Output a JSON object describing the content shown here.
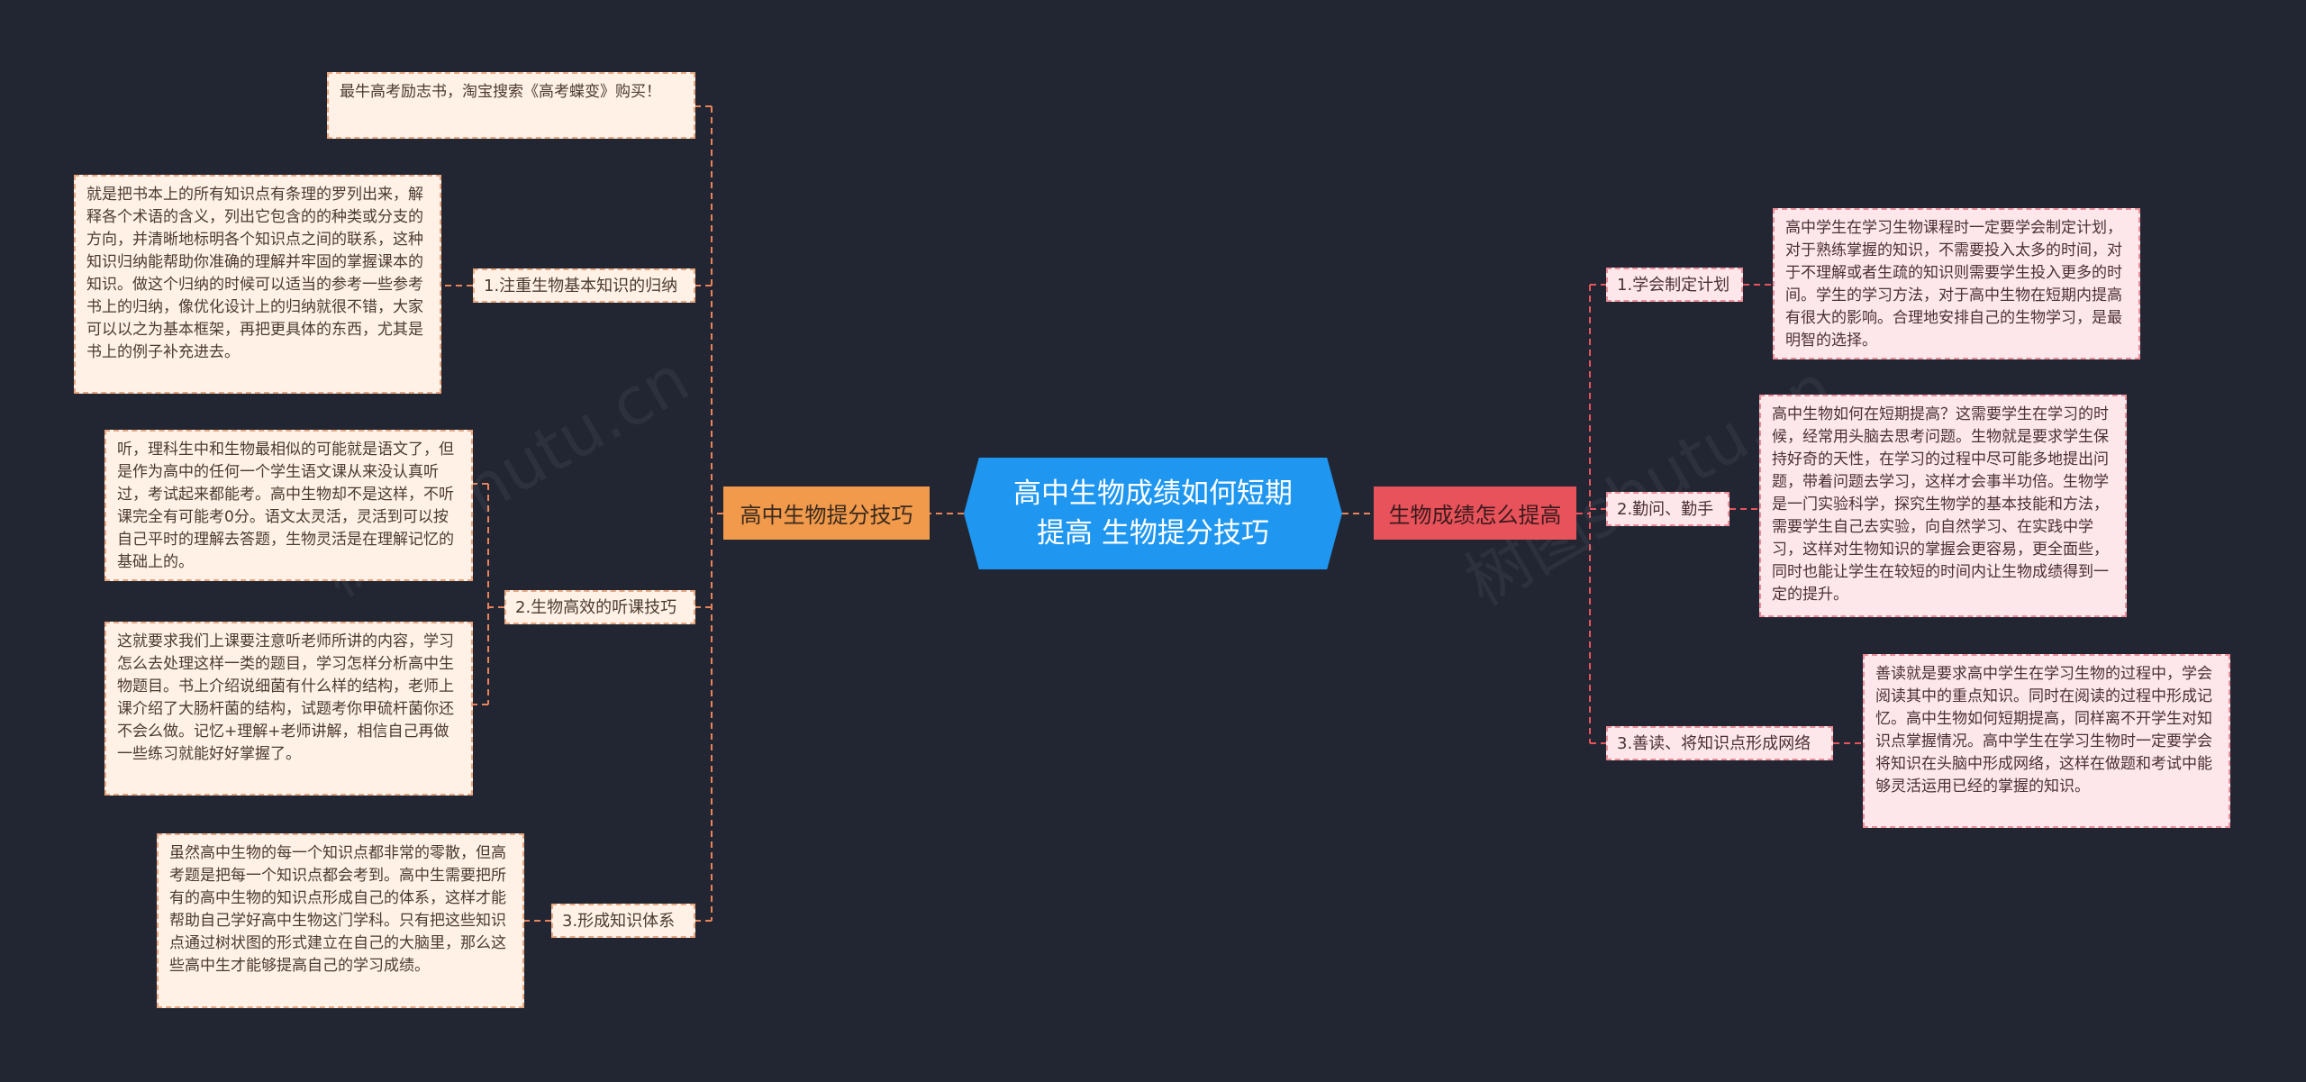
{
  "colors": {
    "background": "#222633",
    "center": "#1f97f0",
    "left_branch": "#f19a4b",
    "right_branch": "#e8535b",
    "leaf_fill": "#fff1e6",
    "leaf_fill_right": "#fde7ea"
  },
  "watermark": "树图shutu.cn",
  "center": {
    "title": "高中生物成绩如何短期提高 生物提分技巧"
  },
  "left": {
    "title": "高中生物提分技巧",
    "note": "最牛高考励志书，淘宝搜索《高考蝶变》购买！",
    "items": [
      {
        "label": "1.注重生物基本知识的归纳",
        "details": [
          "就是把书本上的所有知识点有条理的罗列出来，解释各个术语的含义，列出它包含的的种类或分支的方向，并清晰地标明各个知识点之间的联系，这种知识归纳能帮助你准确的理解并牢固的掌握课本的知识。做这个归纳的时候可以适当的参考一些参考书上的归纳，像优化设计上的归纳就很不错，大家可以以之为基本框架，再把更具体的东西，尤其是书上的例子补充进去。"
        ]
      },
      {
        "label": "2.生物高效的听课技巧",
        "details": [
          "听，理科生中和生物最相似的可能就是语文了，但是作为高中的任何一个学生语文课从来没认真听过，考试起来都能考。高中生物却不是这样，不听课完全有可能考0分。语文太灵活，灵活到可以按自己平时的理解去答题，生物灵活是在理解记忆的基础上的。",
          "这就要求我们上课要注意听老师所讲的内容，学习怎么去处理这样一类的题目，学习怎样分析高中生物题目。书上介绍说细菌有什么样的结构，老师上课介绍了大肠杆菌的结构，试题考你甲硫杆菌你还不会么做。记忆+理解+老师讲解，相信自己再做一些练习就能好好掌握了。"
        ]
      },
      {
        "label": "3.形成知识体系",
        "details": [
          "虽然高中生物的每一个知识点都非常的零散，但高考题是把每一个知识点都会考到。高中生需要把所有的高中生物的知识点形成自己的体系，这样才能帮助自己学好高中生物这门学科。只有把这些知识点通过树状图的形式建立在自己的大脑里，那么这些高中生才能够提高自己的学习成绩。"
        ]
      }
    ]
  },
  "right": {
    "title": "生物成绩怎么提高",
    "items": [
      {
        "label": "1.学会制定计划",
        "detail": "高中学生在学习生物课程时一定要学会制定计划，对于熟练掌握的知识，不需要投入太多的时间，对于不理解或者生疏的知识则需要学生投入更多的时间。学生的学习方法，对于高中生物在短期内提高有很大的影响。合理地安排自己的生物学习，是最明智的选择。"
      },
      {
        "label": "2.勤问、勤手",
        "detail": "高中生物如何在短期提高？这需要学生在学习的时候，经常用头脑去思考问题。生物就是要求学生保持好奇的天性，在学习的过程中尽可能多地提出问题，带着问题去学习，这样才会事半功倍。生物学是一门实验科学，探究生物学的基本技能和方法，需要学生自己去实验，向自然学习、在实践中学习，这样对生物知识的掌握会更容易，更全面些，同时也能让学生在较短的时间内让生物成绩得到一定的提升。"
      },
      {
        "label": "3.善读、将知识点形成网络",
        "detail": "善读就是要求高中学生在学习生物的过程中，学会阅读其中的重点知识。同时在阅读的过程中形成记忆。高中生物如何短期提高，同样离不开学生对知识点掌握情况。高中学生在学习生物时一定要学会将知识在头脑中形成网络，这样在做题和考试中能够灵活运用已经的掌握的知识。"
      }
    ]
  }
}
